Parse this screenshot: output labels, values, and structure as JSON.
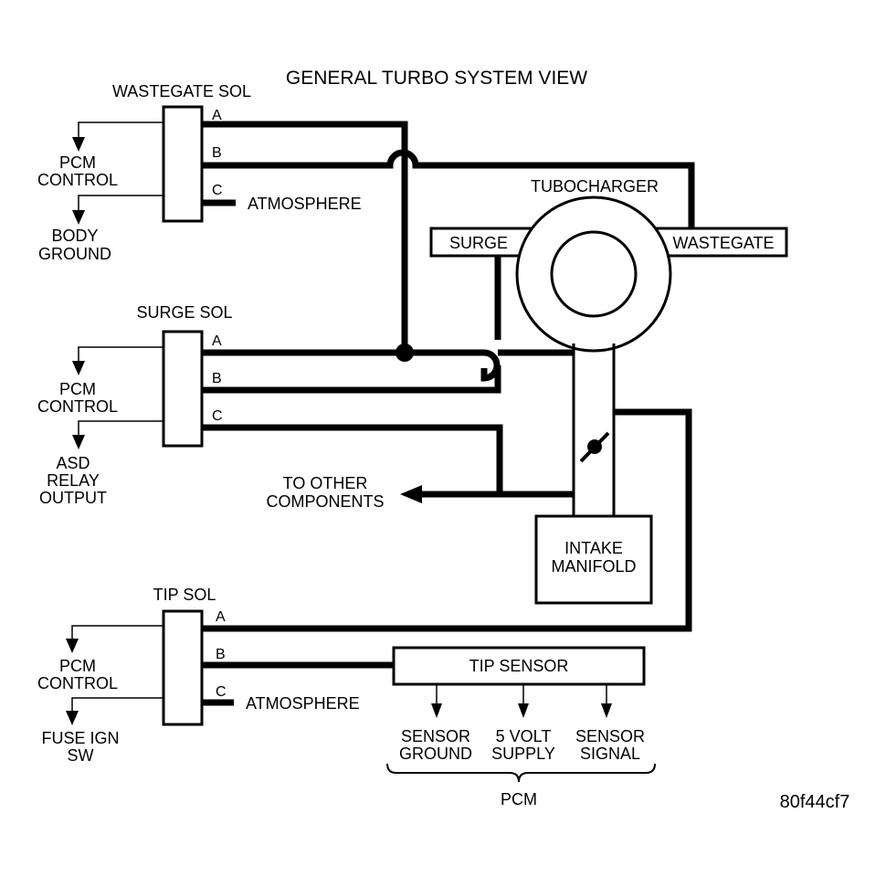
{
  "title": "GENERAL TURBO SYSTEM VIEW",
  "figure_id": "80f44cf7",
  "colors": {
    "line": "#000000",
    "background": "#ffffff"
  },
  "wastegate_sol": {
    "label": "WASTEGATE SOL",
    "pins": [
      "A",
      "B",
      "C"
    ],
    "atmosphere": "ATMOSPHERE",
    "control": [
      "PCM",
      "CONTROL"
    ],
    "ground": [
      "BODY",
      "GROUND"
    ]
  },
  "surge_sol": {
    "label": "SURGE SOL",
    "pins": [
      "A",
      "B",
      "C"
    ],
    "control": [
      "PCM",
      "CONTROL"
    ],
    "power": [
      "ASD",
      "RELAY",
      "OUTPUT"
    ]
  },
  "tip_sol": {
    "label": "TIP SOL",
    "pins": [
      "A",
      "B",
      "C"
    ],
    "atmosphere": "ATMOSPHERE",
    "control": [
      "PCM",
      "CONTROL"
    ],
    "power": [
      "FUSE IGN",
      "SW"
    ]
  },
  "turbocharger": {
    "label": "TUBOCHARGER",
    "surge": "SURGE",
    "wastegate": "WASTEGATE"
  },
  "intake_manifold": [
    "INTAKE",
    "MANIFOLD"
  ],
  "other_components": [
    "TO OTHER",
    "COMPONENTS"
  ],
  "tip_sensor": {
    "label": "TIP SENSOR",
    "outputs": [
      [
        "SENSOR",
        "GROUND"
      ],
      [
        "5 VOLT",
        "SUPPLY"
      ],
      [
        "SENSOR",
        "SIGNAL"
      ]
    ],
    "pcm": "PCM"
  }
}
